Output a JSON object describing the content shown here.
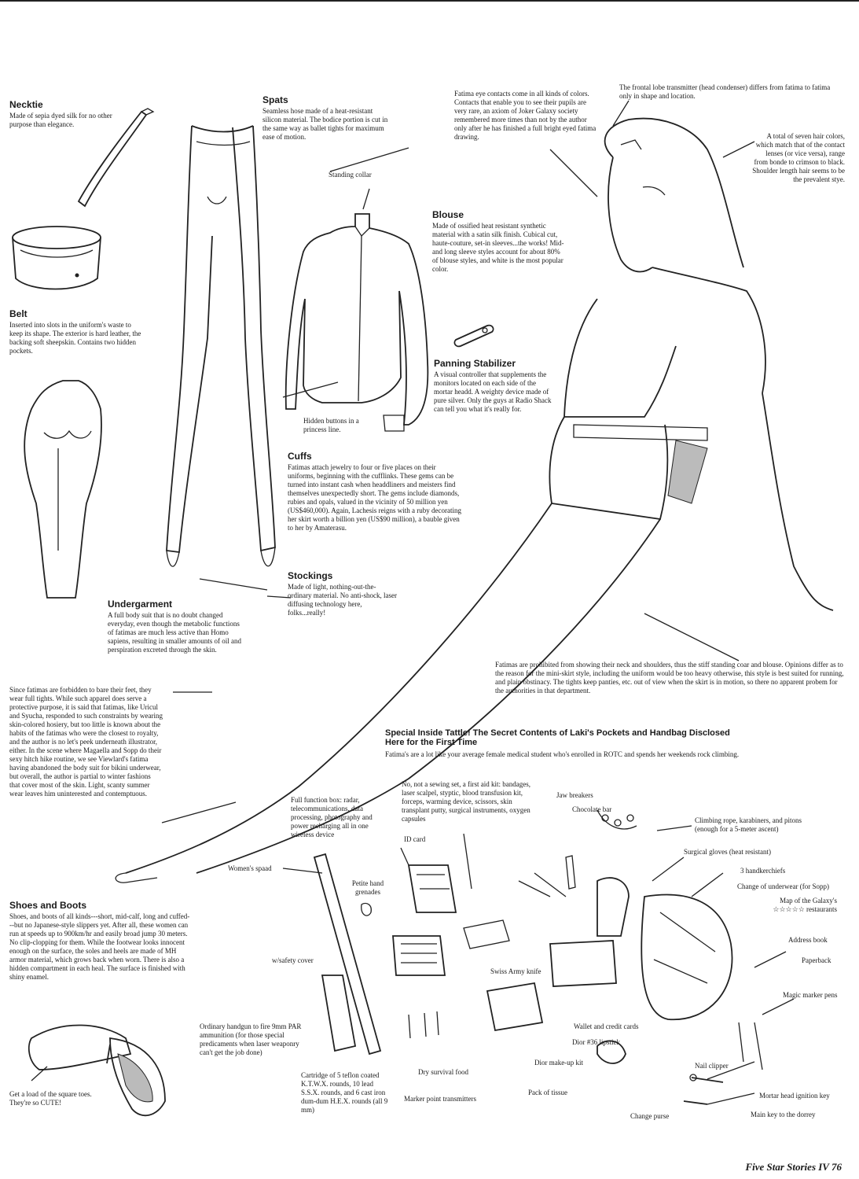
{
  "sections": {
    "necktie": {
      "title": "Necktie",
      "body": "Made of sepia dyed silk for no other purpose than elegance."
    },
    "spats": {
      "title": "Spats",
      "body": "Seamless hose made of a heat-resistant silicon material. The bodice portion is cut in the same way as ballet tights for maximum ease of motion."
    },
    "belt": {
      "title": "Belt",
      "body": "Inserted into slots in the uniform's waste to keep its shape. The exterior is hard leather, the backing soft sheepskin. Contains two hidden pockets."
    },
    "blouse": {
      "title": "Blouse",
      "body": "Made of ossified heat resistant synthetic material with a satin silk finish. Cubical cut, haute-couture, set-in sleeves...the works! Mid- and long sleeve styles account for about 80% of blouse styles, and white is the most popular color."
    },
    "panning": {
      "title": "Panning Stabilizer",
      "body": "A visual controller that supplements the monitors located on each side of the mortar headd. A weighty device made of pure silver. Only the guys at Radio Shack can tell you what it's really for."
    },
    "cuffs": {
      "title": "Cuffs",
      "body": "Fatimas attach jewelry to four or five places on their uniforms, beginning with the cufflinks. These gems can be turned into instant cash when headdliners and meisters find themselves unexpectedly short. The gems include diamonds, rubies and opals, valued in the vicinity of 50 million yen (US$460,000). Again, Lachesis reigns with a ruby decorating her skirt worth a billion yen (US$90 million), a bauble given to her by Amaterasu."
    },
    "stockings": {
      "title": "Stockings",
      "body": "Made of light, nothing-out-the-ordinary material. No anti-shock, laser diffusing technology here, folks...really!"
    },
    "undergarment": {
      "title": "Undergarment",
      "body": "A full body suit that is no doubt changed everyday, even though the metabolic functions of fatimas are much less active than Homo sapiens, resulting in smaller amounts of oil and perspiration excreted through the skin."
    },
    "shoes": {
      "title": "Shoes and Boots",
      "body": "Shoes, and boots of all kinds---short, mid-calf, long and cuffed---but no Japanese-style slippers yet. After all, these women can run at speeds up to 900km/hr and easily broad jump 30 meters. No clip-clopping for them. While the footwear looks innocent enough on the surface, the soles and heels are made of MH armor material, which grows back when worn. There is also a hidden compartment in each heal. The surface is finished with shiny enamel."
    },
    "special": {
      "title": "Special Inside Tattle! The Secret Contents of Laki's Pockets and Handbag Disclosed Here for the First Time",
      "body": "Fatima's are a lot like your average female medical student who's enrolled in ROTC and spends her weekends rock climbing."
    }
  },
  "notes": {
    "eye_contacts": "Fatima eye contacts come in all kinds of colors. Contacts that enable you to see their pupils are very rare, an axiom of Joker Galaxy society remembered more times than not by the author only after he has finished a full bright eyed fatima drawing.",
    "frontal_lobe": "The frontal lobe transmitter (head condenser) differs from fatima to fatima only in shape and location.",
    "hair": "A total of seven hair colors, which match that of the contact lenses (or vice versa), range from bonde to crimson to black. Shoulder length hair seems to be the prevalent stye.",
    "standing_collar": "Standing collar",
    "hidden_buttons": "Hidden buttons in a princess line.",
    "prohibited": "Fatimas are prohibited from showing their neck and shoulders, thus the stiff standing coar and blouse. Opinions differ as to the reason for the mini-skirt style, including the uniform would be too heavy otherwise, this style is best suited for running, and plain obstinacy. The tights keep panties, etc. out of view when the skirt is in motion, so there no apparent probem for the authorities in that department.",
    "bare_feet": "Since fatimas are forbidden to bare their feet, they wear full tights. While such apparel does serve a protective purpose, it is said that fatimas, like Uricul and Syucha, responded to such constraints by wearing skin-colored hosiery, but too little is known about the habits of the fatimas who were the closest to royalty, and the author is no let's peek underneath illustrator, either. In the scene where Magaella and Sopp do their sexy hitch hike routine, we see Viewlard's fatima having abandoned the body suit for bikini underwear, but overall, the author is partial to winter fashions that cover most of the skin. Light, scanty summer wear leaves him uninterested and contemptuous.",
    "square_toes": "Get a load of the square toes. They're so CUTE!"
  },
  "items": {
    "full_function_box": "Full function box: radar, telecommunications, data processing, photography and power recharging all in one wireless device",
    "first_aid": "No, not a sewing set, a first aid kit: bandages, laser scalpel, styptic, blood transfusion kit, forceps, warming device, scissors, skin transplant putty, surgical instruments, oxygen capsules",
    "id_card": "ID card",
    "jaw_breakers": "Jaw breakers",
    "chocolate_bar": "Chocolate bar",
    "climbing_rope": "Climbing rope, karabiners, and pitons (enough for a 5-meter ascent)",
    "surgical_gloves": "Surgical gloves (heat resistant)",
    "handkerchiefs": "3 handkerchiefs",
    "underwear": "Change of underwear (for Sopp)",
    "map": "Map of the Galaxy's ☆☆☆☆☆ restaurants",
    "address_book": "Address book",
    "paperback": "Paperback",
    "magic_marker": "Magic marker pens",
    "womens_spaad": "Women's spaad",
    "petite_grenades": "Petite hand grenades",
    "safety_cover": "w/safety cover",
    "swiss_army": "Swiss Army knife",
    "wallet": "Wallet and credit cards",
    "lipstick": "Dior #36 lipstick",
    "makeup_kit": "Dior make-up kit",
    "nail_clipper": "Nail clipper",
    "handgun": "Ordinary handgun to fire 9mm PAR ammunition (for those special predicaments when laser weaponry can't get the job done)",
    "survival_food": "Dry survival food",
    "pack_tissue": "Pack of tissue",
    "cartridge": "Cartridge of 5 teflon coated K.T.W.X. rounds, 10 lead S.S.X. rounds, and 6 cast iron dum-dum H.E.X. rounds (all 9 mm)",
    "marker_point": "Marker point transmitters",
    "mortar_key": "Mortar head ignition key",
    "main_key": "Main key to the dorrey",
    "change_purse": "Change purse"
  },
  "footer": "Five Star Stories IV  76"
}
